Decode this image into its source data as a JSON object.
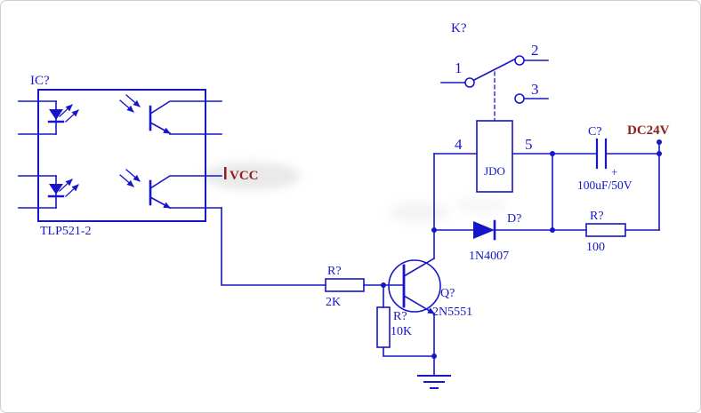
{
  "colors": {
    "wire": "#1616c8",
    "power_label": "#8f1f1f",
    "background": "#ffffff",
    "border": "#cfcfcf"
  },
  "components": {
    "optocoupler": {
      "ref": "IC?",
      "part": "TLP521-2"
    },
    "relay_contact": {
      "ref": "K?",
      "pin_common": "1",
      "pin_no": "2",
      "pin_nc": "3"
    },
    "relay_coil": {
      "label": "JDO",
      "pin_left": "4",
      "pin_right": "5"
    },
    "capacitor": {
      "ref": "C?",
      "value": "100uF/50V",
      "polarity": "+"
    },
    "supply": {
      "label": "DC24V"
    },
    "vcc": {
      "label": "VCC"
    },
    "flyback_diode": {
      "ref": "D?",
      "part": "1N4007"
    },
    "series_resistor": {
      "ref": "R?",
      "value": "100"
    },
    "base_resistor": {
      "ref": "R?",
      "value": "2K"
    },
    "pulldown_resistor": {
      "ref": "R?",
      "value": "10K"
    },
    "transistor": {
      "ref": "Q?",
      "part": "2N5551"
    }
  }
}
